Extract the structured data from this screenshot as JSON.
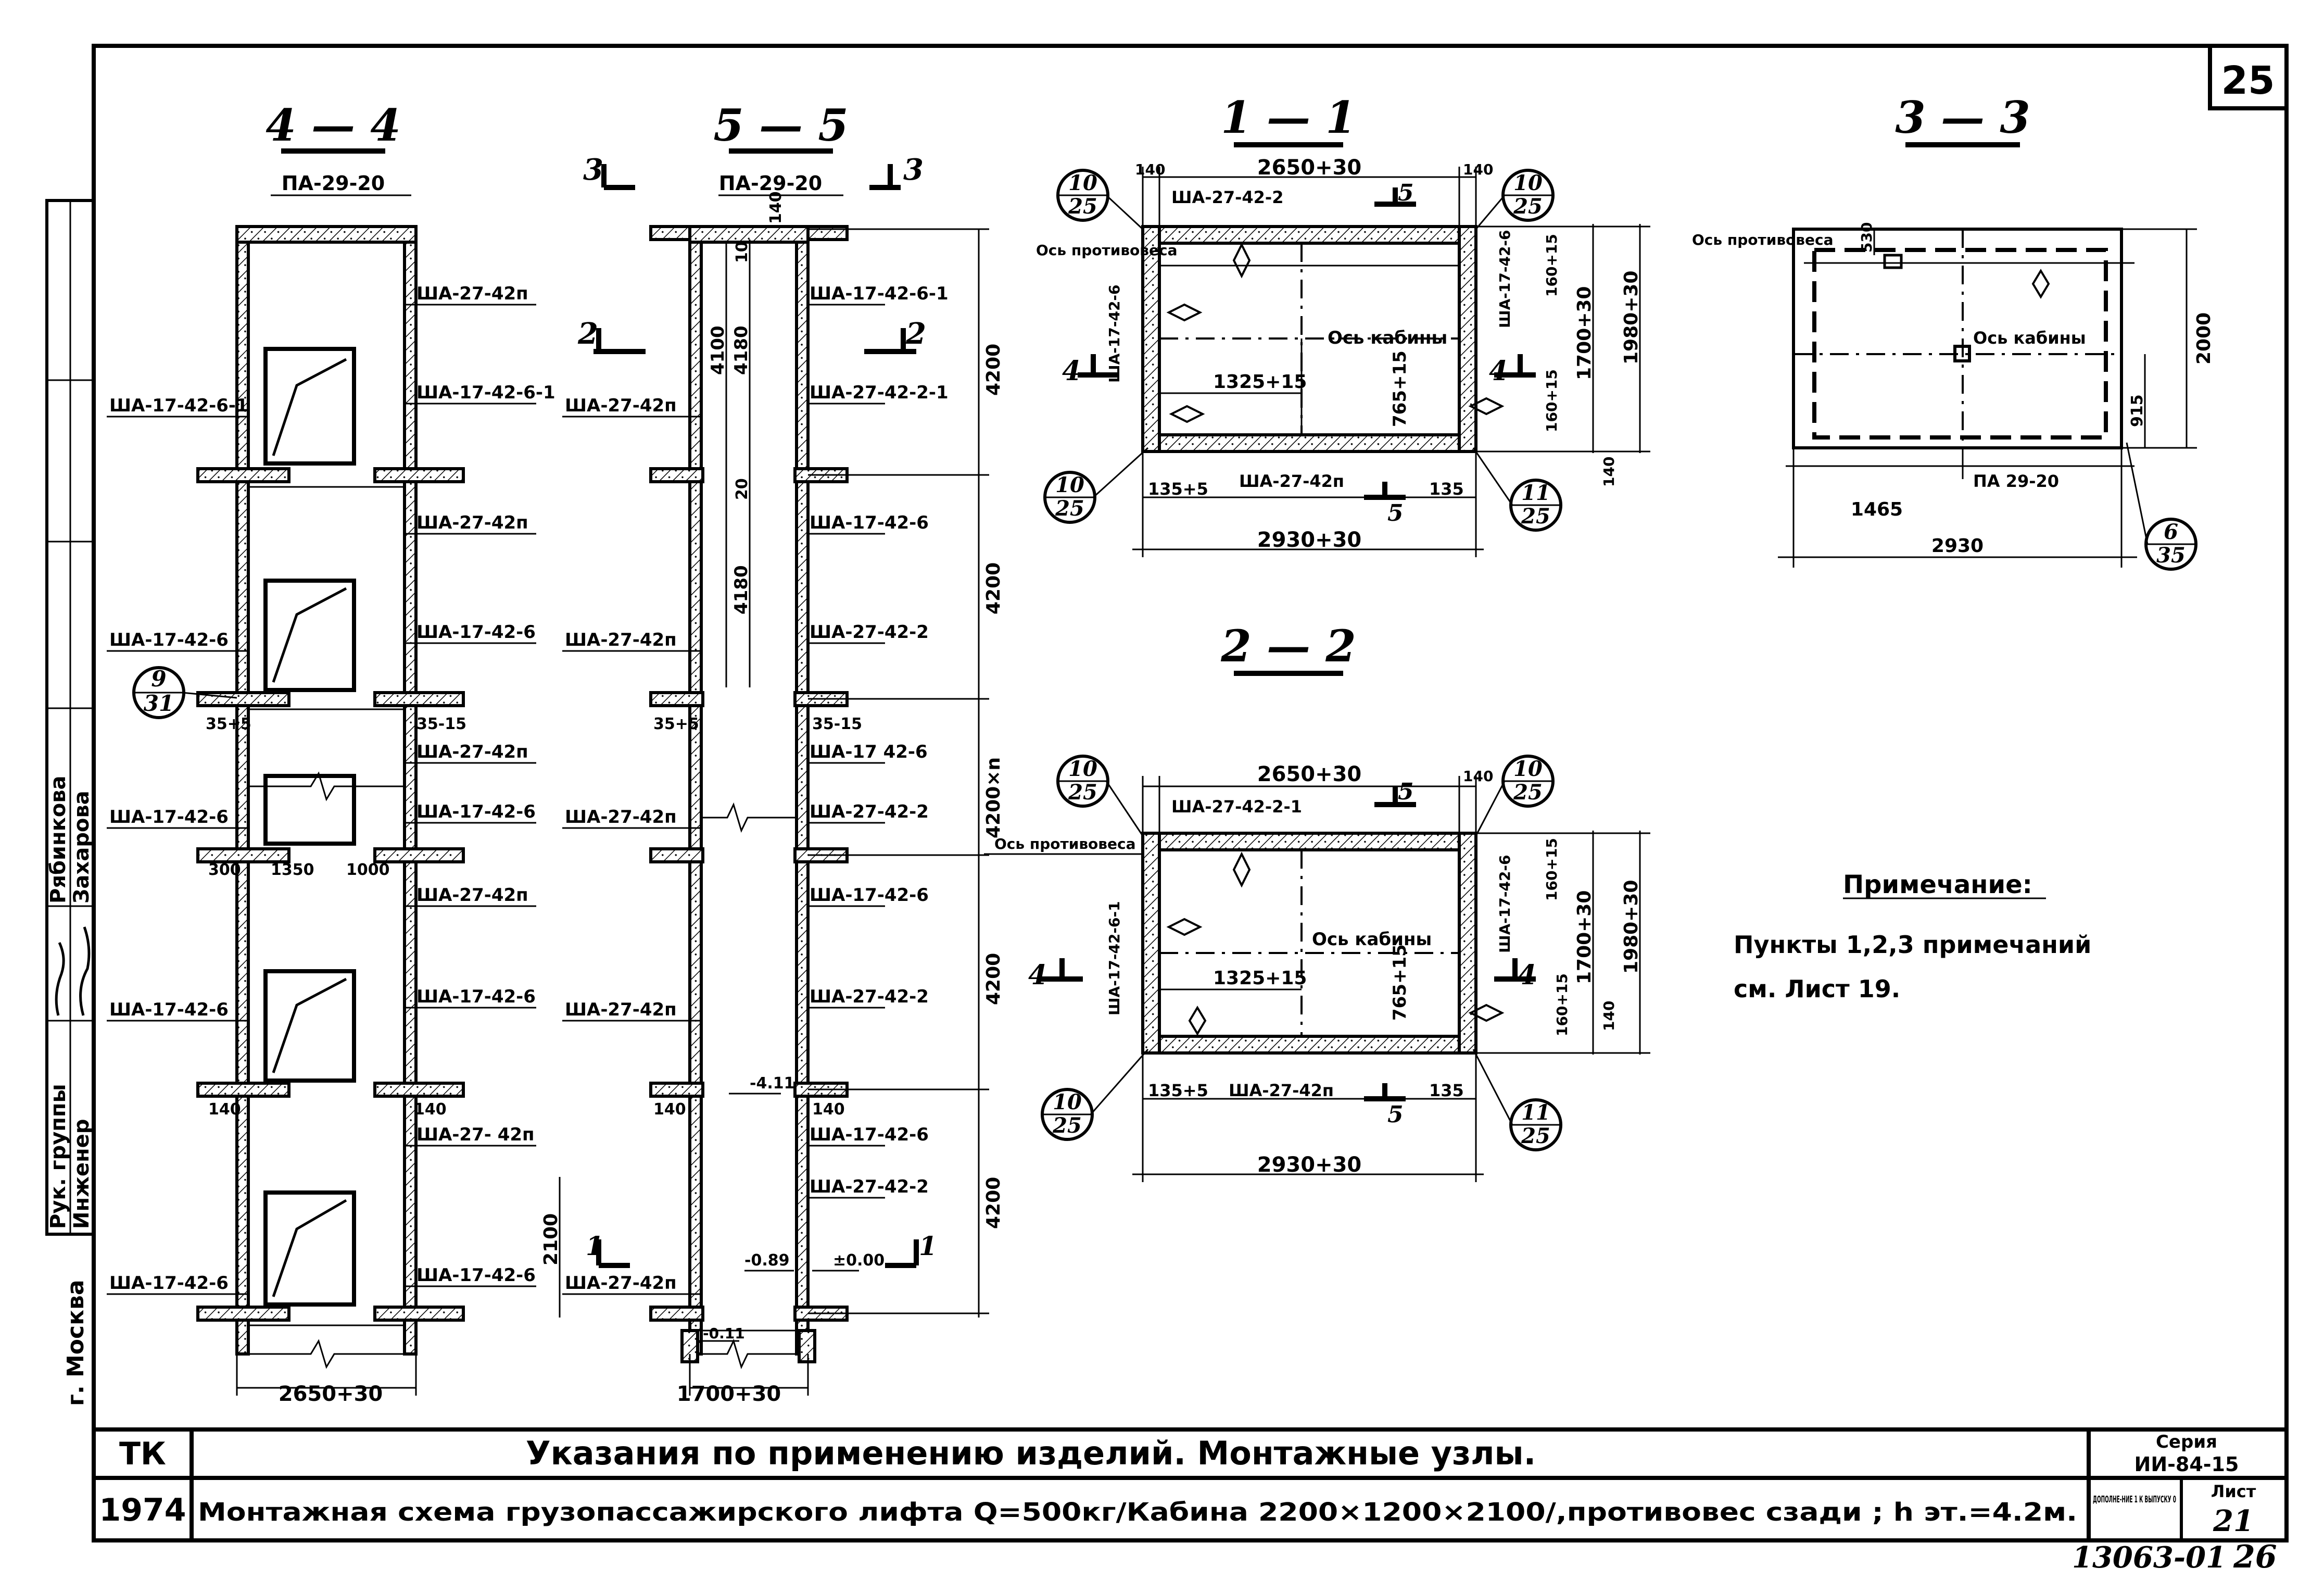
{
  "sheet_number": "25",
  "stamp_number": "13063-01",
  "page_number": "26",
  "side_block": {
    "roles": [
      "Рук. группы",
      "Инженер"
    ],
    "names": [
      "Рябинкова",
      "Захарова"
    ],
    "city": "г. Москва"
  },
  "title_block": {
    "row1_code": "ТК",
    "row1_title": "Указания по применению изделий. Монтажные узлы.",
    "series_label": "Серия",
    "series_value": "ИИ-84-15",
    "row2_year": "1974",
    "row2_title": "Монтажная схема грузопассажирского лифта  Q=500кг/Кабина 2200×1200×2100/,противовес сзади ; h эт.=4.2м.",
    "addition_label": "ДОПОЛНЕ-НИЕ 1 К ВЫПУСКУ 0",
    "sheet_label": "Лист",
    "sheet_value": "21"
  },
  "sections": {
    "s44": {
      "title": "4 — 4",
      "top_label": "ПА-29-20",
      "right_labels": [
        "ША-27-42п",
        "ША-17-42-6-1",
        "ША-27-42п",
        "ША-17-42-6",
        "ША-27-42п",
        "ША-17-42-6",
        "ША-27-42п",
        "ША-17-42-6",
        "ША-27- 42п",
        "ША-17-42-6"
      ],
      "left_labels": [
        "ША-17-42-6-1",
        "ША-17-42-6",
        "ША-17-42-6",
        "ША-17-42-6",
        "ША-17-42-6"
      ],
      "callout": {
        "num": "9",
        "den": "31"
      },
      "dims": [
        "35+5",
        "35-15",
        "300",
        "1350",
        "1000",
        "140",
        "140",
        "2650+30"
      ]
    },
    "s55": {
      "title": "5 — 5",
      "top_label": "ПА-29-20",
      "cut_left": "3",
      "cut_right": "3",
      "cut_mid": "2",
      "cut_mid2": "2",
      "right_labels": [
        "ША-17-42-6-1",
        "ША-27-42-2-1",
        "ША-17-42-6",
        "ША-27-42-2",
        "ША-17 42-6",
        "ША-27-42-2",
        "ША-17-42-6",
        "ША-27-42-2",
        "ША-17-42-6",
        "ША-27-42-2"
      ],
      "left_labels": [
        "ША-27-42п",
        "ША-27-42п",
        "ША-27-42п",
        "ША-27-42п",
        "ША-27-42п"
      ],
      "dims": [
        "4100",
        "4180",
        "4180",
        "20",
        "10",
        "140",
        "35+5",
        "35-15",
        "140",
        "140",
        "-4.11",
        "-0.89",
        "±0.00",
        "-0.11",
        "1700+30"
      ],
      "right_dims": [
        "4200",
        "4200",
        "4200×n",
        "4200",
        "4200",
        "2100"
      ],
      "cut_marks": [
        "1",
        "1"
      ]
    },
    "s11": {
      "title": "1 — 1",
      "top_dim": "2650+30",
      "bottom_dim": "2930+30",
      "side_dims": [
        "140",
        "140",
        "1980+30",
        "1700+30",
        "160+15",
        "160+15",
        "140"
      ],
      "inner": [
        "1325+15",
        "765+15",
        "135+5",
        "135"
      ],
      "labels": [
        "ША-27-42-2",
        "ША-17-42-6",
        "ША-17-42-6",
        "ША-27-42п"
      ],
      "axis_cw": "Ось противовеса",
      "axis_cab": "Ось кабины",
      "callouts": [
        {
          "num": "10",
          "den": "25"
        },
        {
          "num": "10",
          "den": "25"
        },
        {
          "num": "10",
          "den": "25"
        },
        {
          "num": "11",
          "den": "25"
        }
      ],
      "cuts": [
        "5",
        "5",
        "4",
        "4"
      ]
    },
    "s22": {
      "title": "2 — 2",
      "top_dim": "2650+30",
      "bottom_dim": "2930+30",
      "side_dims": [
        "140",
        "1700+30",
        "1980+30",
        "160+15",
        "160+15",
        "140"
      ],
      "inner": [
        "1325+15",
        "765+15",
        "135+5",
        "135"
      ],
      "labels": [
        "ША-27-42-2-1",
        "ША-17-42-6-1",
        "ША-17-42-6",
        "ША-27-42п"
      ],
      "axis_cw": "Ось противовеса",
      "axis_cab": "Ось кабины",
      "callouts": [
        {
          "num": "10",
          "den": "25"
        },
        {
          "num": "10",
          "den": "25"
        },
        {
          "num": "10",
          "den": "25"
        },
        {
          "num": "11",
          "den": "25"
        }
      ],
      "cuts": [
        "5",
        "5",
        "4",
        "4"
      ]
    },
    "s33": {
      "title": "3 — 3",
      "dims": [
        "1465",
        "2930",
        "915",
        "2000",
        "530"
      ],
      "label": "ПА 29-20",
      "axis_cw": "Ось противовеса",
      "axis_cab": "Ось кабины",
      "callout": {
        "num": "6",
        "den": "35"
      }
    }
  },
  "note": {
    "title": "Примечание:",
    "line1": "Пункты 1,2,3 примечаний",
    "line2": "см.  Лист 19."
  }
}
